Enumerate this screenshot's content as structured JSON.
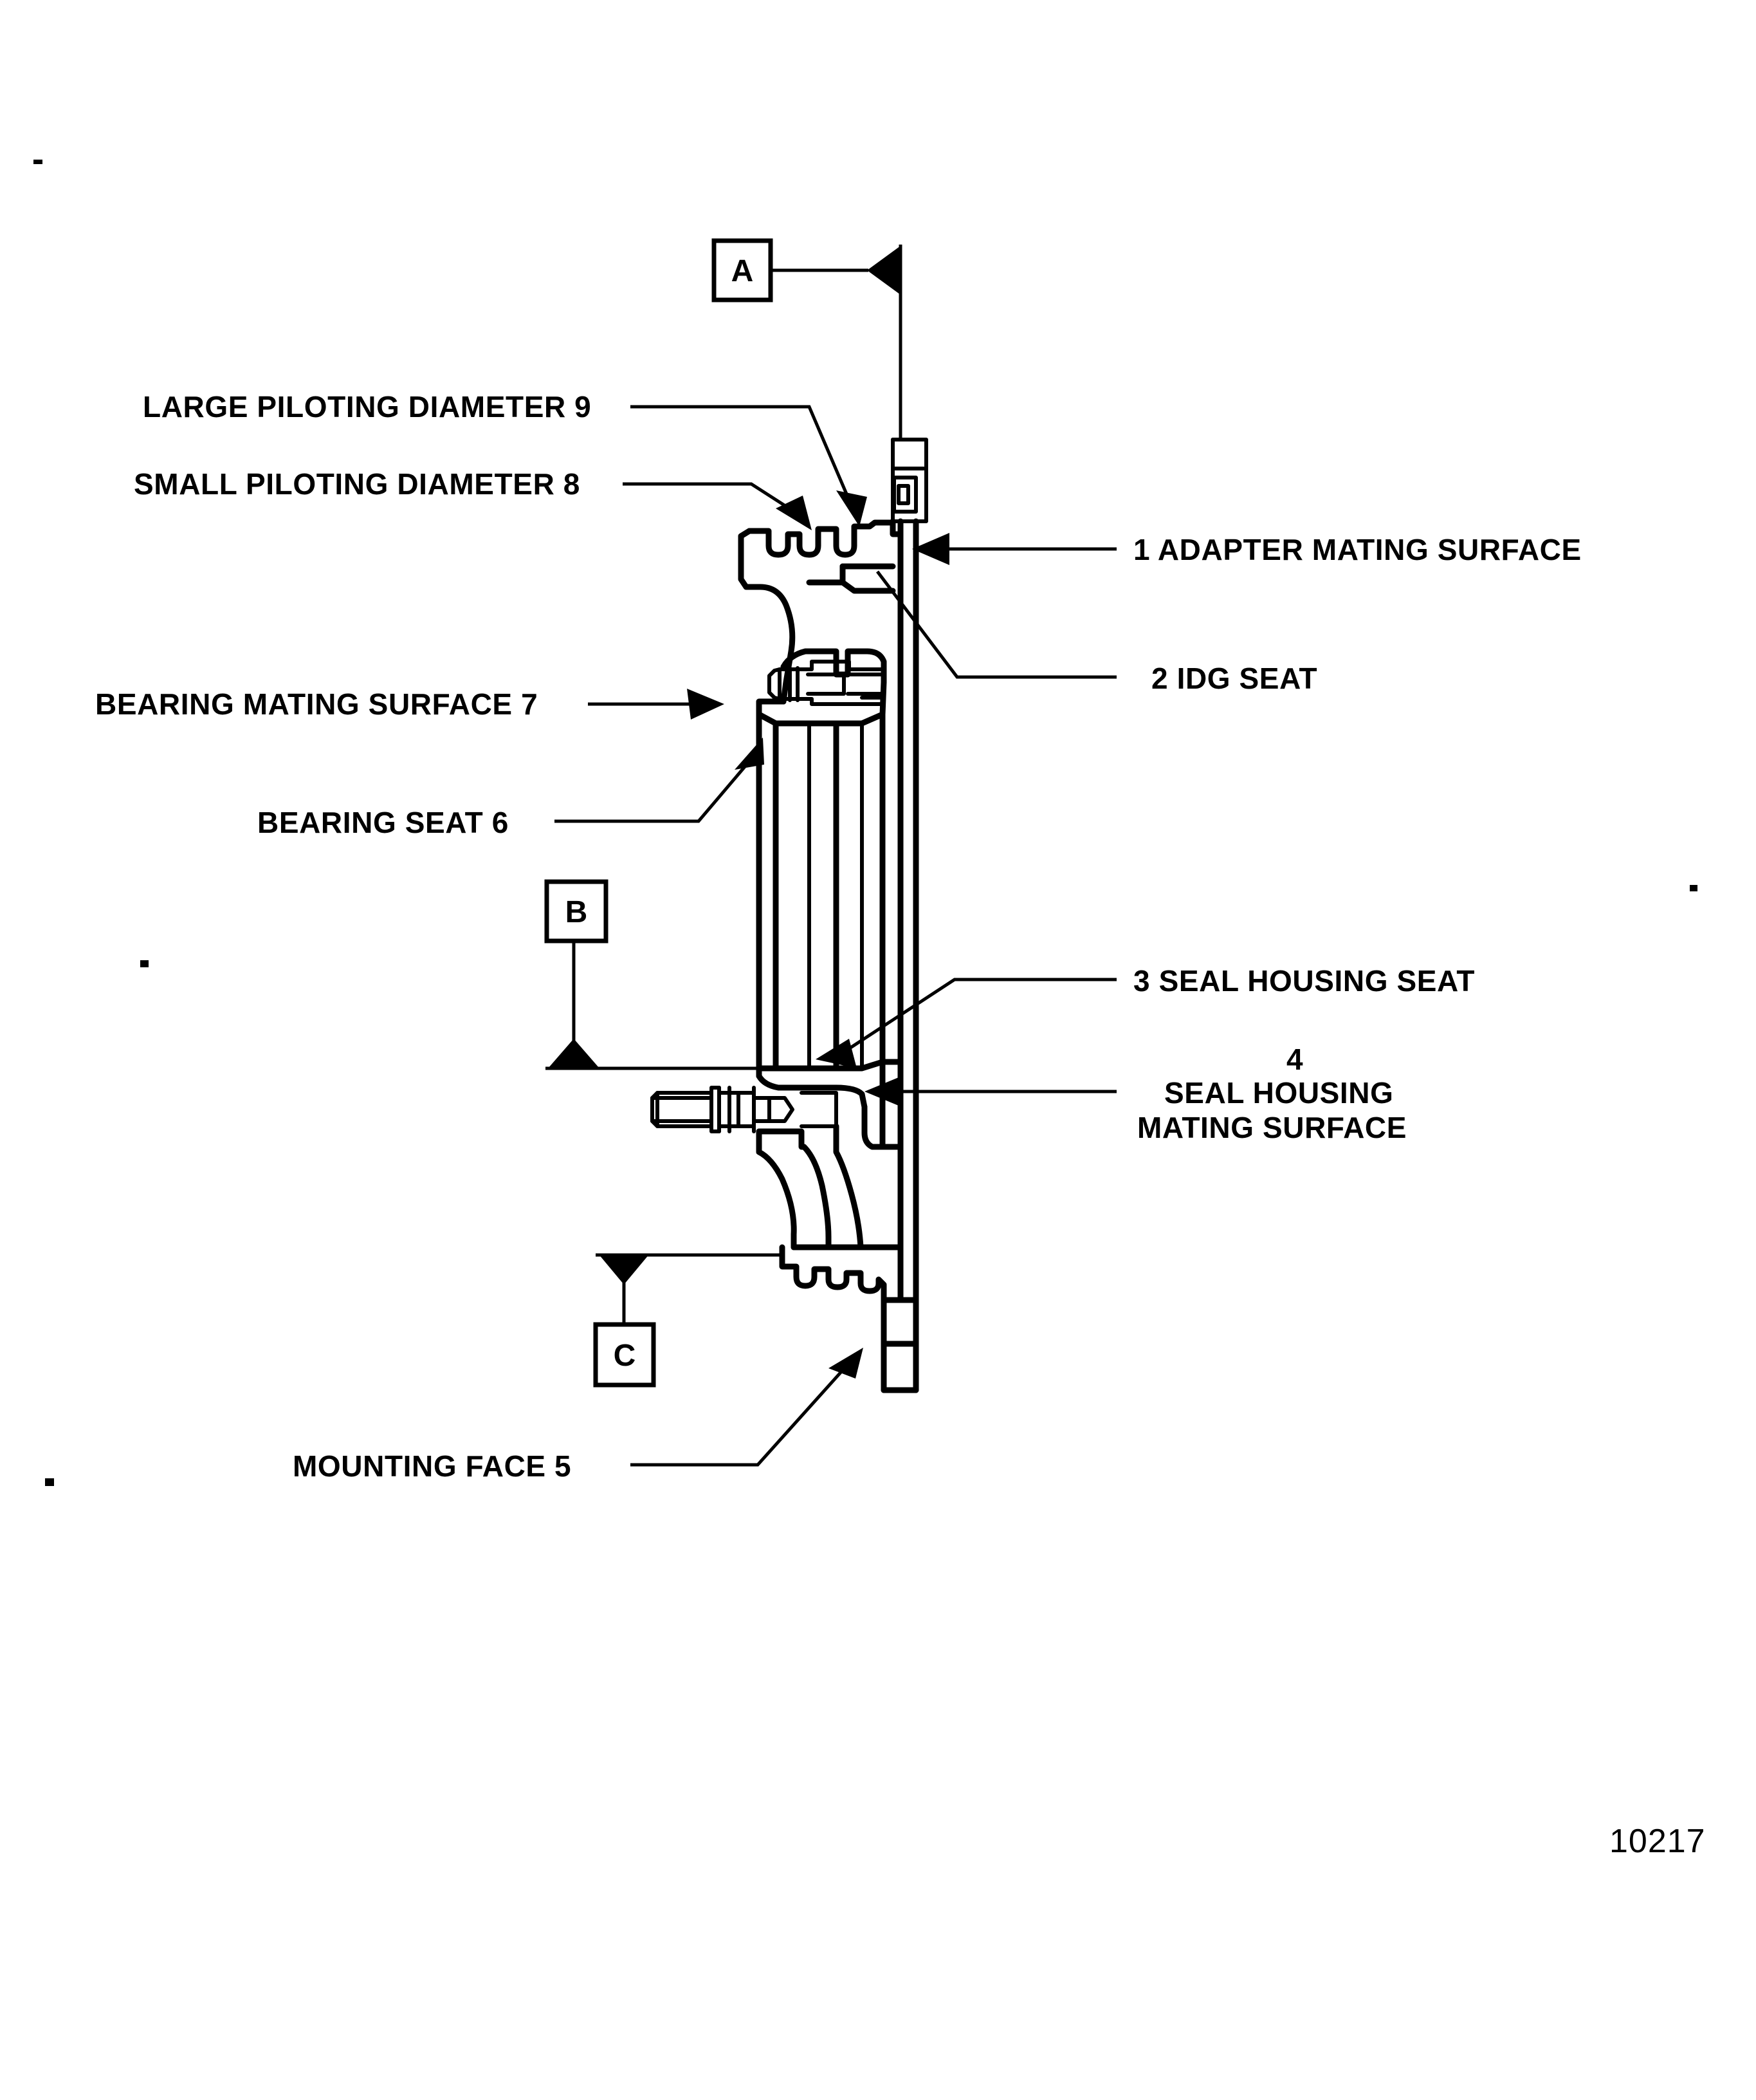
{
  "document": {
    "type": "technical-cross-section-drawing",
    "figure_number": "10217",
    "background_color": "#ffffff",
    "ink_color": "#000000"
  },
  "datums": [
    {
      "id": "A",
      "letter": "A",
      "leader": "horizontal-right-to-filled-triangle"
    },
    {
      "id": "B",
      "letter": "B",
      "leader": "vertical-down-to-filled-triangle"
    },
    {
      "id": "C",
      "letter": "C",
      "leader": "vertical-up-to-filled-triangle"
    }
  ],
  "callouts": {
    "large_piloting_diameter": {
      "text": "LARGE PILOTING DIAMETER 9",
      "number": "9",
      "side": "left"
    },
    "small_piloting_diameter": {
      "text": "SMALL PILOTING DIAMETER 8",
      "number": "8",
      "side": "left"
    },
    "bearing_mating_surface": {
      "text": "BEARING MATING SURFACE 7",
      "number": "7",
      "side": "left"
    },
    "bearing_seat": {
      "text": "BEARING SEAT 6",
      "number": "6",
      "side": "left"
    },
    "mounting_face": {
      "text": "MOUNTING FACE 5",
      "number": "5",
      "side": "left"
    },
    "adapter_mating_surface": {
      "text": "1 ADAPTER MATING SURFACE",
      "number": "1",
      "side": "right"
    },
    "idg_seat": {
      "text": "2 IDG SEAT",
      "number": "2",
      "side": "right"
    },
    "seal_housing_seat": {
      "text": "3 SEAL HOUSING SEAT",
      "number": "3",
      "side": "right"
    },
    "seal_housing_mating_surface": {
      "number": "4",
      "line1": "4",
      "line2": "SEAL HOUSING",
      "line3": "MATING SURFACE",
      "side": "right"
    }
  },
  "legend_index": [
    {
      "number": "1",
      "name": "ADAPTER MATING SURFACE"
    },
    {
      "number": "2",
      "name": "IDG SEAT"
    },
    {
      "number": "3",
      "name": "SEAL HOUSING SEAT"
    },
    {
      "number": "4",
      "name": "SEAL HOUSING MATING SURFACE"
    },
    {
      "number": "5",
      "name": "MOUNTING FACE"
    },
    {
      "number": "6",
      "name": "BEARING SEAT"
    },
    {
      "number": "7",
      "name": "BEARING MATING SURFACE"
    },
    {
      "number": "8",
      "name": "SMALL PILOTING DIAMETER"
    },
    {
      "number": "9",
      "name": "LARGE PILOTING DIAMETER"
    }
  ],
  "footer": {
    "figure_id": "10217"
  }
}
